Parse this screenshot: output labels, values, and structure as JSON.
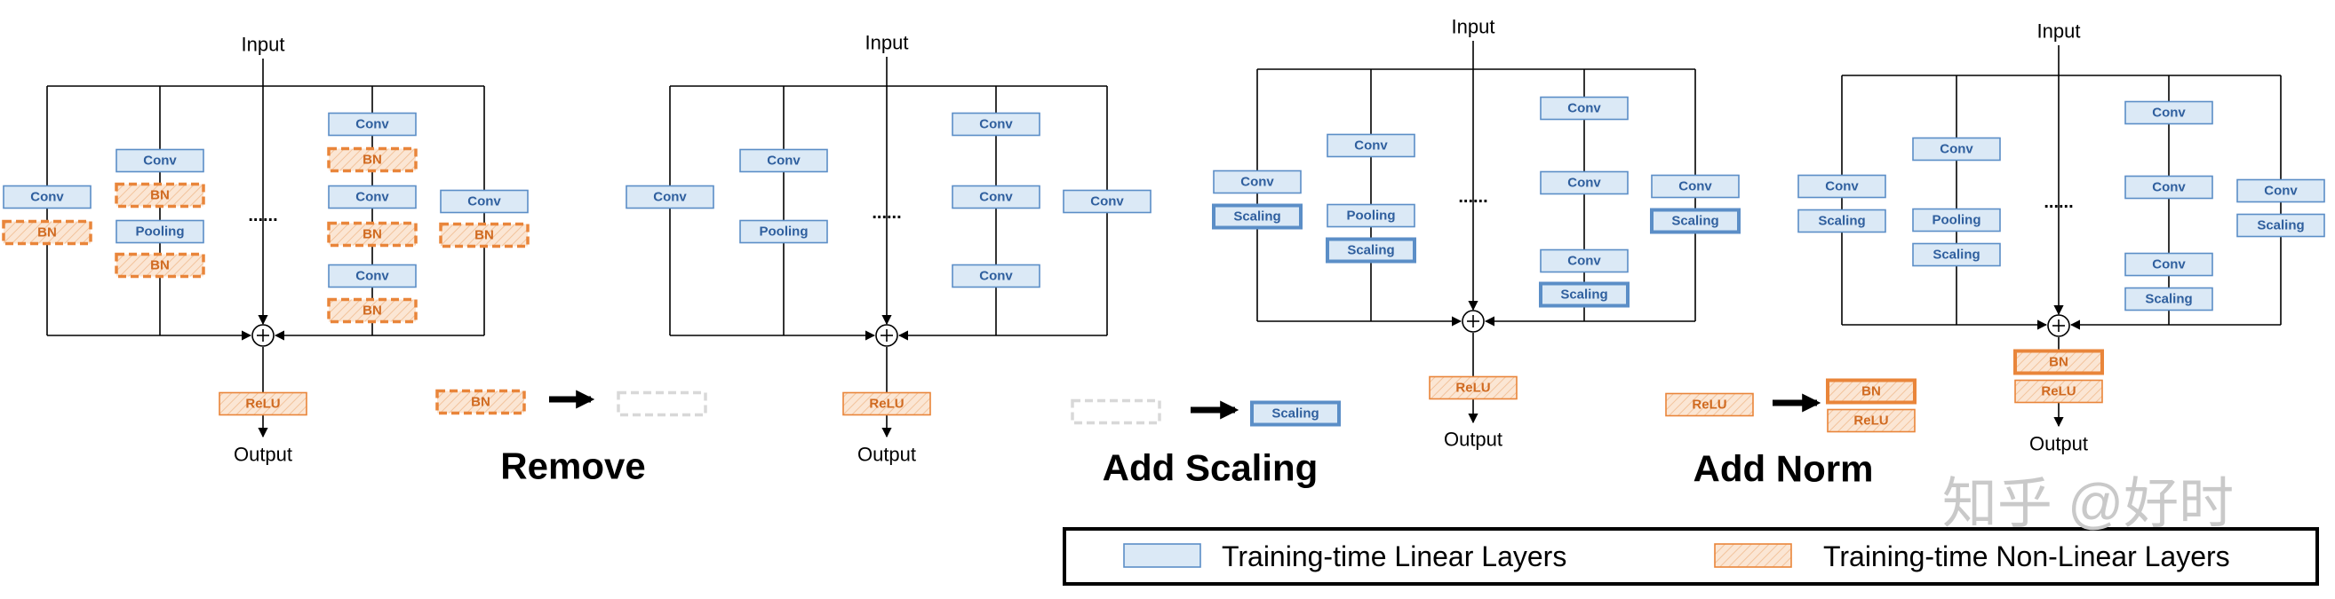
{
  "colors": {
    "blue_fill": "#dbe9f6",
    "blue_stroke": "#5b8ec7",
    "blue_text": "#2f5f9e",
    "orange_fill": "#fbe6d4",
    "orange_stroke": "#e9853a",
    "orange_text": "#d06a20",
    "dashed_gray": "#d8d8d8",
    "line": "#000000",
    "watermark": "#c9c9c9"
  },
  "labels": {
    "input": "Input",
    "output": "Output",
    "dots": "......",
    "conv": "Conv",
    "bn": "BN",
    "pooling": "Pooling",
    "scaling": "Scaling",
    "relu": "ReLU",
    "plus": "+"
  },
  "steps": {
    "remove": "Remove",
    "add_scaling": "Add Scaling",
    "add_norm": "Add Norm"
  },
  "legend": {
    "linear": "Training-time Linear Layers",
    "nonlinear": "Training-time Non-Linear Layers"
  },
  "watermark": "知乎 @好时"
}
